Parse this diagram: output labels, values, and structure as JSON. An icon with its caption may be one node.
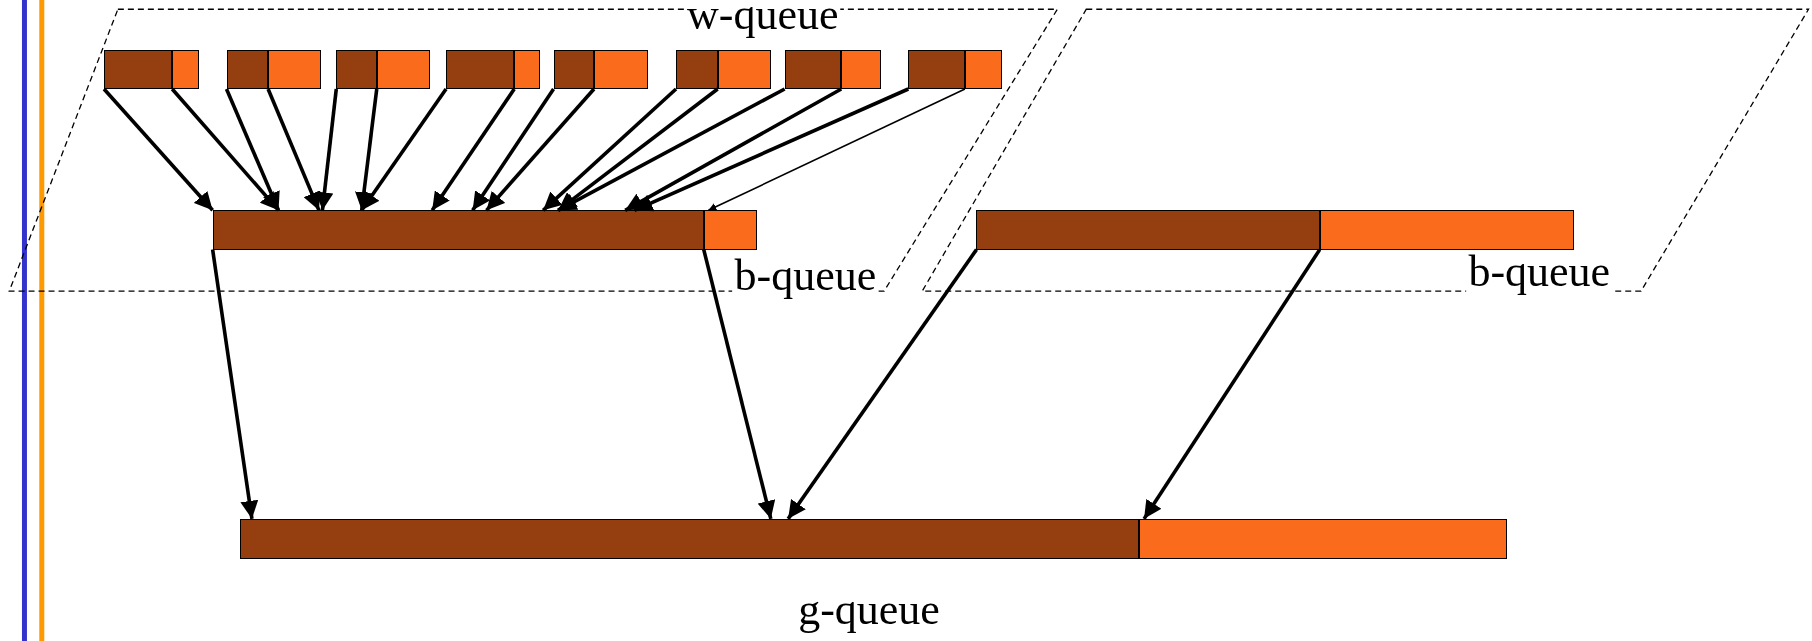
{
  "diagram": {
    "nodes": [
      {
        "text": [],
        "shape": "bar"
      },
      {
        "text": [],
        "shape": "bar"
      },
      {
        "text": [],
        "shape": "bar"
      },
      {
        "text": [],
        "shape": "bar"
      },
      {
        "text": [],
        "shape": "bar"
      },
      {
        "text": [],
        "shape": "bar"
      },
      {
        "text": [],
        "shape": "bar"
      },
      {
        "text": [],
        "shape": "bar"
      },
      {
        "text": [],
        "shape": "bar"
      },
      {
        "text": [],
        "shape": "bar"
      },
      {
        "text": [],
        "shape": "bar"
      },
      {
        "text": [],
        "shape": "bar"
      },
      {
        "text": [],
        "shape": "bar"
      },
      {
        "text": [],
        "shape": "bar"
      },
      {
        "text": [],
        "shape": "bar"
      },
      {
        "text": [],
        "shape": "bar"
      },
      {
        "text": [],
        "shape": "bar"
      },
      {
        "text": [],
        "shape": "bar"
      },
      {
        "text": [],
        "shape": "bar"
      },
      {
        "text": [],
        "shape": "bar"
      },
      {
        "text": [],
        "shape": "bar"
      },
      {
        "text": [],
        "shape": "bar"
      }
    ],
    "edges": [
      {
        "from": 0,
        "to": 16,
        "arrow": "to"
      },
      {
        "from": 1,
        "to": 16,
        "arrow": "to"
      },
      {
        "from": 2,
        "to": 16,
        "arrow": "to"
      },
      {
        "from": 3,
        "to": 16,
        "arrow": "to"
      },
      {
        "from": 4,
        "to": 16,
        "arrow": "to"
      },
      {
        "from": 5,
        "to": 16,
        "arrow": "to"
      },
      {
        "from": 6,
        "to": 16,
        "arrow": "to"
      },
      {
        "from": 7,
        "to": 16,
        "arrow": "to"
      },
      {
        "from": 8,
        "to": 16,
        "arrow": "to"
      },
      {
        "from": 9,
        "to": 16,
        "arrow": "to"
      },
      {
        "from": 10,
        "to": 16,
        "arrow": "to"
      },
      {
        "from": 11,
        "to": 16,
        "arrow": "to"
      },
      {
        "from": 12,
        "to": 16,
        "arrow": "to"
      },
      {
        "from": 13,
        "to": 16,
        "arrow": "to"
      },
      {
        "from": 14,
        "to": 16,
        "arrow": "to"
      },
      {
        "from": 15,
        "to": 17,
        "arrow": "to"
      },
      {
        "from": 16,
        "to": 20,
        "arrow": "to"
      },
      {
        "from": 17,
        "to": 20,
        "arrow": "to"
      },
      {
        "from": 18,
        "to": 20,
        "arrow": "to"
      },
      {
        "from": 19,
        "to": 21,
        "arrow": "to"
      }
    ],
    "labels": [
      "w-queue",
      "b-queue",
      "b-queue",
      "g-queue"
    ]
  }
}
